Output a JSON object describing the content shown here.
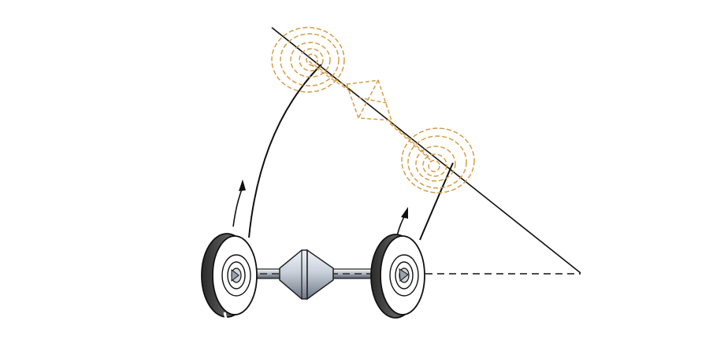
{
  "figure": {
    "background": "#ffffff",
    "colors": {
      "ink": "#111111",
      "tire_dark": "#3d3d3d",
      "tire_mid": "#6b6b6b",
      "hub_light": "#f4f4f4",
      "cone_light": "#e9edf3",
      "cone_dark": "#7f8a97",
      "ghost": "#d4973c"
    },
    "elements": [
      "near-left-wheel",
      "near-right-wheel",
      "near-axle",
      "near-cone",
      "far-left-wheel-ghost",
      "far-right-wheel-ghost",
      "far-axle-ghost",
      "far-cone-ghost",
      "left-rotation-arc",
      "right-rotation-arc",
      "left-direction-arrow",
      "right-direction-arrow",
      "rotation-axis-line",
      "ground-axis-dashed-line"
    ]
  }
}
